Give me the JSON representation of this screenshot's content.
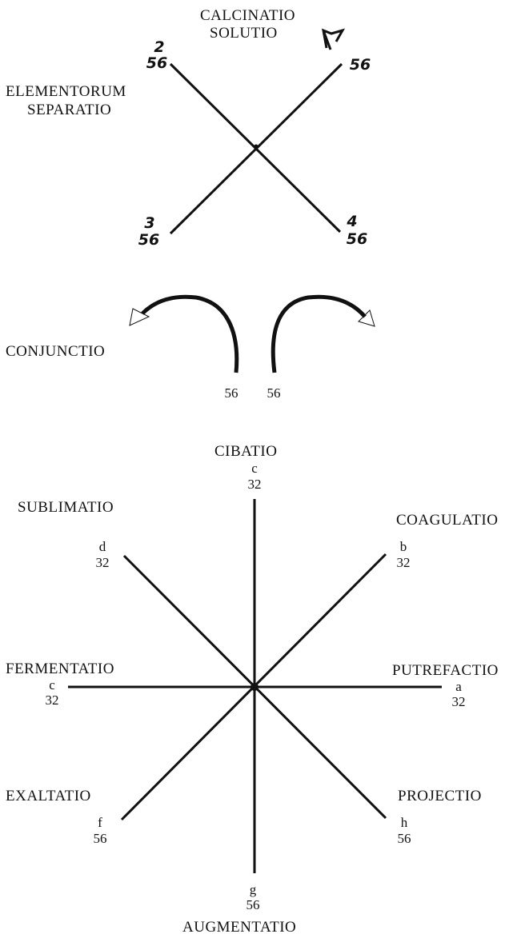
{
  "diagram_top": {
    "title_line1": "CALCINATIO",
    "title_line2": "SOLUTIO",
    "left_line1": "ELEMENTORUM",
    "left_line2": "SEPARATIO",
    "ends": {
      "top_left": {
        "index": "2",
        "value": "56"
      },
      "top_right": {
        "index": "",
        "value": "56"
      },
      "bottom_left": {
        "index": "3",
        "value": "56"
      },
      "bottom_right": {
        "index": "4",
        "value": "56"
      }
    }
  },
  "diagram_middle": {
    "label": "CONJUNCTIO",
    "left_value": "56",
    "right_value": "56"
  },
  "diagram_bottom": {
    "top": {
      "name": "CIBATIO",
      "letter": "c",
      "value": "32"
    },
    "top_right": {
      "name": "COAGULATIO",
      "letter": "b",
      "value": "32"
    },
    "right": {
      "name": "PUTREFACTIO",
      "letter": "a",
      "value": "32"
    },
    "bottom_right": {
      "name": "PROJECTIO",
      "letter": "h",
      "value": "56"
    },
    "bottom": {
      "name": "AUGMENTATIO",
      "letter": "g",
      "value": "56"
    },
    "bottom_left": {
      "name": "EXALTATIO",
      "letter": "f",
      "value": "56"
    },
    "left": {
      "name": "FERMENTATIO",
      "letter": "c",
      "value": "32"
    },
    "top_left": {
      "name": "SUBLIMATIO",
      "letter": "d",
      "value": "32"
    }
  }
}
